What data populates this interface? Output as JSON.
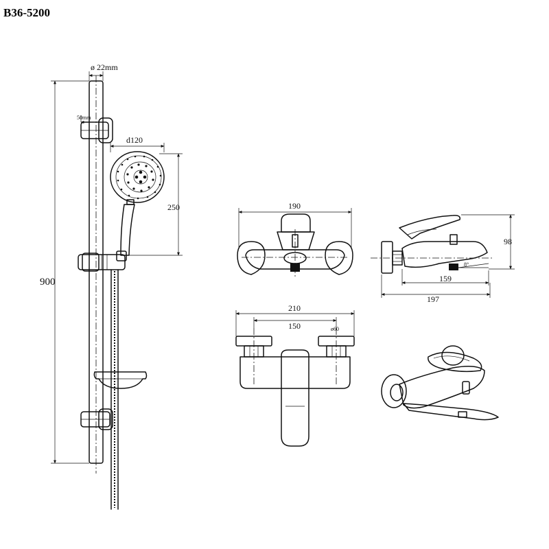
{
  "drawing": {
    "model": "B36-5200",
    "dimensions": {
      "bar_diameter": "ø 22mm",
      "bracket_width": "50mm",
      "head_diameter": "d120",
      "hand_shower_length": "250",
      "rail_height": "900",
      "mixer_width_top": "190",
      "mixer_height_side": "98",
      "spout_reach": "159",
      "side_depth": "197",
      "spout_angle": "8°",
      "front_width": "210",
      "eccentric_centers": "150",
      "flange_diameter": "ø60"
    }
  }
}
